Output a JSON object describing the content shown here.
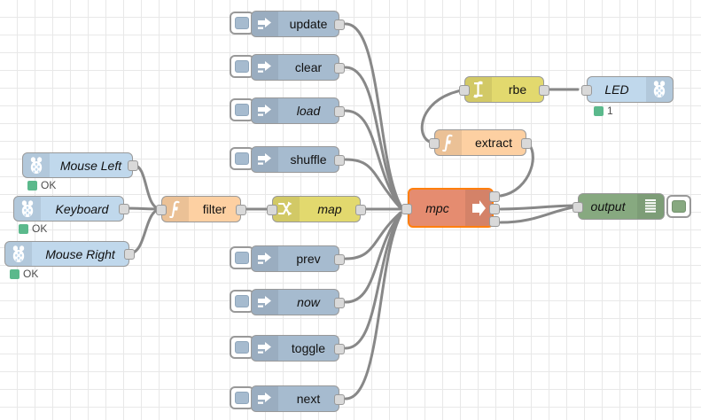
{
  "canvas": {
    "grid_color": "#e8e8e8",
    "background": "#ffffff",
    "wire_color": "#888888"
  },
  "palette": {
    "inject": "#a6bbcf",
    "function": "#fdd0a2",
    "change": "#e2d96e",
    "rbe": "#e2d96e",
    "mpc": "#e58c70",
    "mpc_selected_border": "#ff7f0e",
    "debug": "#87a980",
    "rpi": "#c0d8ec",
    "status_dot": "#5bb98c",
    "port": "#d9d9d9"
  },
  "nodes": {
    "mouse_left": {
      "label": "Mouse Left",
      "icon": "raspberry-pi-icon",
      "status": "OK"
    },
    "keyboard": {
      "label": "Keyboard",
      "icon": "raspberry-pi-icon",
      "status": "OK"
    },
    "mouse_right": {
      "label": "Mouse Right",
      "icon": "raspberry-pi-icon",
      "status": "OK"
    },
    "filter": {
      "label": "filter",
      "icon": "function-f-icon"
    },
    "map": {
      "label": "map",
      "icon": "shuffle-arrows-icon"
    },
    "update": {
      "label": "update",
      "icon": "inject-arrow-icon"
    },
    "clear": {
      "label": "clear",
      "icon": "inject-arrow-icon"
    },
    "load": {
      "label": "load",
      "icon": "inject-arrow-icon"
    },
    "shuffle": {
      "label": "shuffle",
      "icon": "inject-arrow-icon"
    },
    "prev": {
      "label": "prev",
      "icon": "inject-arrow-icon"
    },
    "now": {
      "label": "now",
      "icon": "inject-arrow-icon"
    },
    "toggle": {
      "label": "toggle",
      "icon": "inject-arrow-icon"
    },
    "next": {
      "label": "next",
      "icon": "inject-arrow-icon"
    },
    "mpc": {
      "label": "mpc",
      "icon": "mpc-arrow-icon"
    },
    "rbe": {
      "label": "rbe",
      "icon": "rbe-step-icon"
    },
    "extract": {
      "label": "extract",
      "icon": "function-f-icon"
    },
    "led": {
      "label": "LED",
      "icon": "raspberry-pi-icon",
      "status": "1"
    },
    "output": {
      "label": "output",
      "icon": "debug-lines-icon"
    }
  }
}
